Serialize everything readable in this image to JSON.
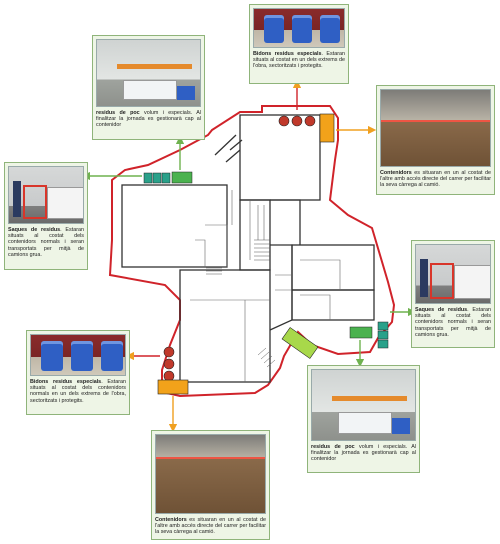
{
  "cards": {
    "bidons_top": {
      "bold": "Bidons residus especials",
      "text": ". Estaran situats al costat en un dels extrems de l'obra, sectoritzats i protegits."
    },
    "residus_top": {
      "bold": "residus de poc",
      "text": " volum i especials. Al finalitzar la jornada es gestionarà cap al contenidor"
    },
    "contenidors_right": {
      "bold": "Contenidors",
      "text": " es situaran en un al costat de l'altre amb accés directe del carrer per facilitar la seva càrrega al camió."
    },
    "saques_left": {
      "bold": "Saques de residus",
      "text": ". Estaran situats al costat dels contenidors normals i seran transportats per mitjà de camions grua."
    },
    "saques_right": {
      "bold": "Saques de residus",
      "text": ". Estaran situats al costat dels contenidors normals i seran transportats per mitjà de camions grua."
    },
    "bidons_left": {
      "bold": "Bidons residus especials",
      "text": ". Estaran situats al costat dels contenidors normals en un dels extrems de l'obra, sectoritzats i protegits."
    },
    "residus_bottom": {
      "bold": "residus de poc",
      "text": " volum i especials. Al finalitzar la jornada es gestionarà cap al contenidor"
    },
    "contenidors_bottom": {
      "bold": "Contenidors",
      "text": " es situaran en un al costat de l'altre amb accés directe del carrer per facilitar la seva càrrega al camió."
    }
  },
  "colors": {
    "perimeter": "#d0232a",
    "arrow_green": "#6fb24f",
    "arrow_orange": "#f0a020",
    "container": "#f2a21a",
    "bin": "#c0392b",
    "sack": "#2aa18a",
    "skip": "#a8d84a",
    "card_bg": "#eef5e6"
  }
}
